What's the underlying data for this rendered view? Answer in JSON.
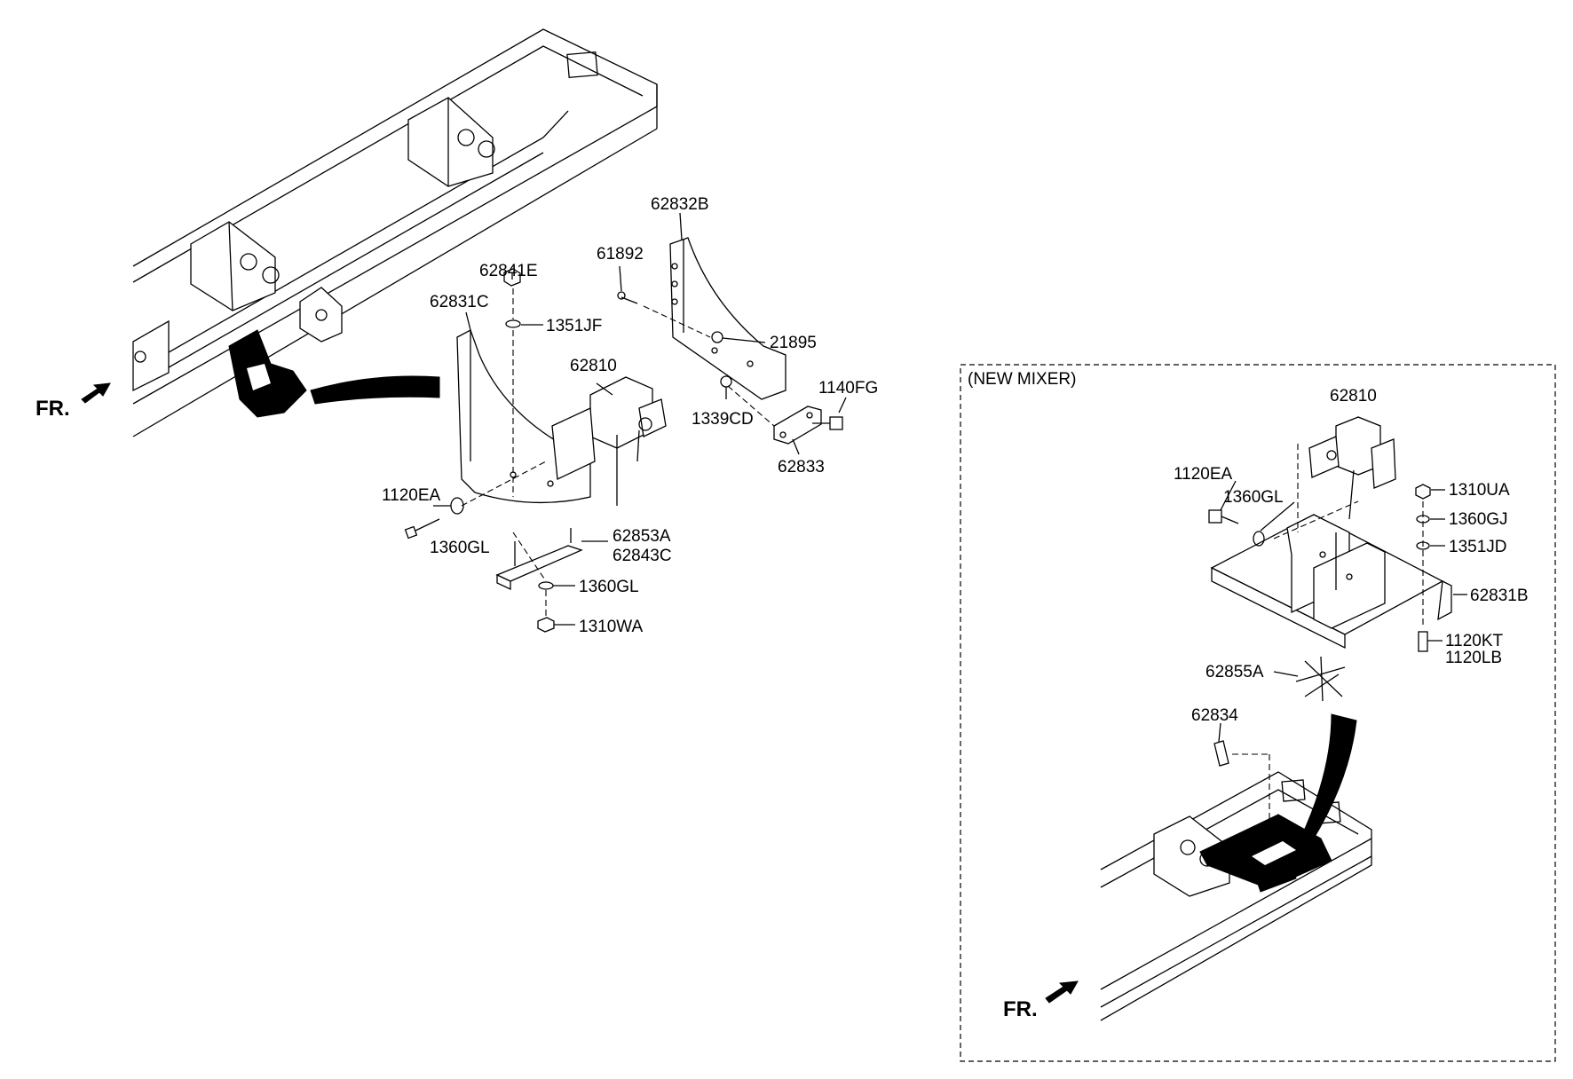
{
  "orientation_label": "FR.",
  "parts_main": {
    "p62832B": "62832B",
    "p61892": "61892",
    "p62841E": "62841E",
    "p62831C": "62831C",
    "p1351JF": "1351JF",
    "p21895": "21895",
    "p62810": "62810",
    "p1140FG": "1140FG",
    "p1339CD": "1339CD",
    "p62833": "62833",
    "p1120EA": "1120EA",
    "p1360GL_a": "1360GL",
    "p62853A": "62853A",
    "p62843C": "62843C",
    "p1360GL_b": "1360GL",
    "p1310WA": "1310WA"
  },
  "inset": {
    "title": "(NEW MIXER)",
    "parts": {
      "p62810": "62810",
      "p1120EA": "1120EA",
      "p1360GL": "1360GL",
      "p1310UA": "1310UA",
      "p1360GJ": "1360GJ",
      "p1351JD": "1351JD",
      "p62831B": "62831B",
      "p1120KT": "1120KT",
      "p1120LB": "1120LB",
      "p62855A": "62855A",
      "p62834": "62834"
    },
    "orientation_label": "FR."
  }
}
